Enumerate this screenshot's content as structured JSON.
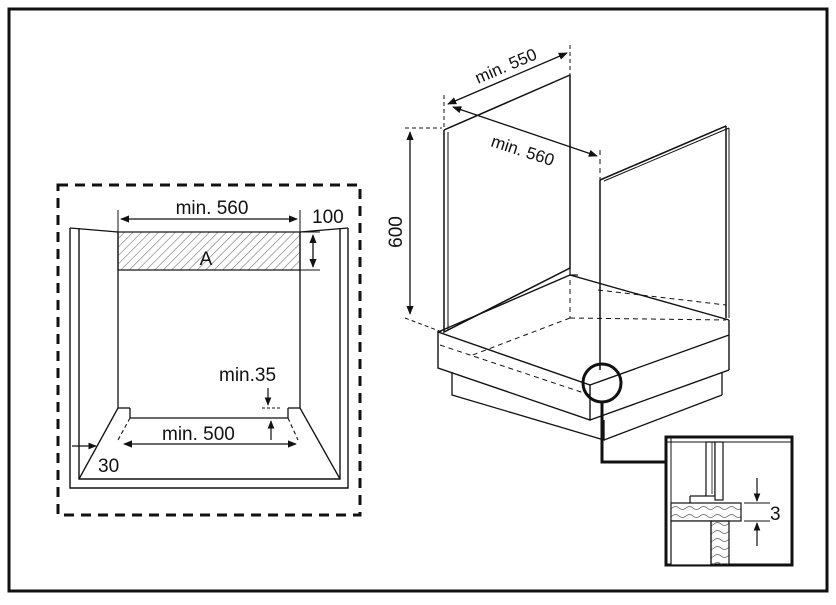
{
  "front_view": {
    "min_width_label": "min. 560",
    "height_label": "100",
    "area_label": "A",
    "gap_label": "min.35",
    "inner_width_label": "min. 500",
    "side_label": "30"
  },
  "cabinet_view": {
    "depth_label": "min. 550",
    "width_label": "min. 560",
    "height_label": "600"
  },
  "detail_view": {
    "gap_label": "3"
  },
  "colors": {
    "line": "#111111",
    "hatch": "#777777",
    "background": "#ffffff"
  }
}
